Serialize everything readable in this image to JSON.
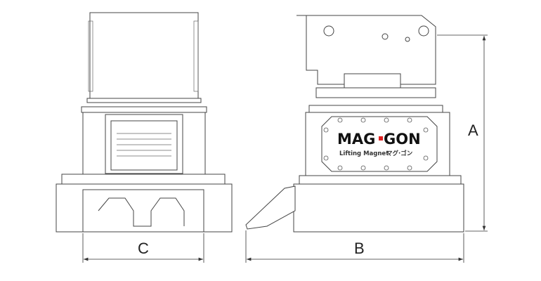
{
  "dimensions": {
    "a_label": "A",
    "b_label": "B",
    "c_label": "C"
  },
  "logo": {
    "brand_left": "MAG",
    "brand_right": "GON",
    "tagline": "Lifting Magnet",
    "tagline_jp": "マグ·ゴン",
    "dot_color": "#e02020"
  }
}
